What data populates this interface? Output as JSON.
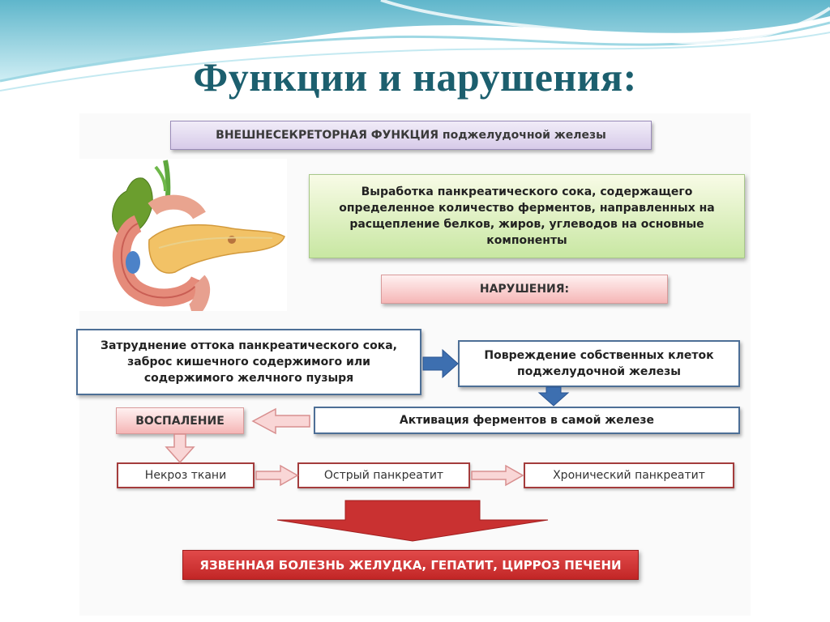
{
  "slide": {
    "title": "Функции и нарушения:"
  },
  "diagram": {
    "header": "ВНЕШНЕСЕКРЕТОРНАЯ ФУНКЦИЯ поджелудочной железы",
    "function_text": "Выработка панкреатического сока, содержащего определенное количество ферментов, направленных на расщепление белков, жиров, углеводов на основные компоненты",
    "disorders_label": "НАРУШЕНИЯ:",
    "outflow_text": "Затруднение оттока  панкреатического сока, заброс кишечного содержимого или содержимого желчного пузыря",
    "damage_text": "Повреждение собственных клеток поджелудочной железы",
    "activation_text": "Активация ферментов в самой железе",
    "inflammation_label": "ВОСПАЛЕНИЕ",
    "necrosis_text": "Некроз ткани",
    "acute_text": "Острый панкреатит",
    "chronic_text": "Хронический панкреатит",
    "outcome_text": "ЯЗВЕННАЯ БОЛЕЗНЬ ЖЕЛУДКА, ГЕПАТИТ, ЦИРРОЗ ПЕЧЕНИ"
  },
  "colors": {
    "title": "#1c5f6e",
    "wave": "#7fc6d6",
    "blue_arrow": "#3d6fb0",
    "pink_arrow": "#f4b3b3",
    "red_arrow": "#c93131"
  },
  "icons": {
    "organ": "pancreas-illustration"
  }
}
